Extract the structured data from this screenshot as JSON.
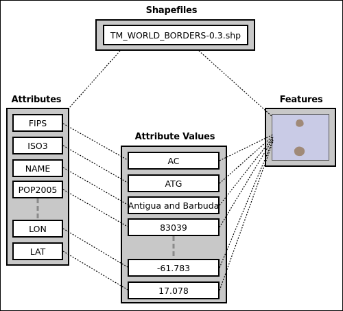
{
  "shapefiles": {
    "heading": "Shapefiles",
    "file": "TM_WORLD_BORDERS-0.3.shp"
  },
  "attributes": {
    "heading": "Attributes",
    "items": [
      "FIPS",
      "ISO3",
      "NAME",
      "POP2005",
      "LON",
      "LAT"
    ]
  },
  "attribute_values": {
    "heading": "Attribute Values",
    "items": [
      "AC",
      "ATG",
      "Antigua and Barbuda",
      "83039",
      "-61.783",
      "17.078"
    ]
  },
  "features": {
    "heading": "Features"
  },
  "colors": {
    "panel": "#c8c8c8",
    "map_background": "#c9cbe6",
    "island": "#a08a78"
  }
}
